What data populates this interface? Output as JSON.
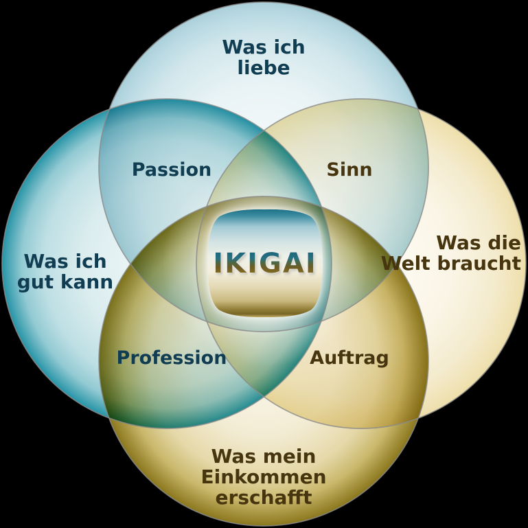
{
  "title": "IKIGAI Venn diagram",
  "diagram": {
    "center_label": "IKIGAI",
    "circles": [
      {
        "name": "love",
        "label": "Was ich\nliebe",
        "edge_color": "#aad0da"
      },
      {
        "name": "talent",
        "label": "Was ich\ngut kann",
        "edge_color": "#2494a7"
      },
      {
        "name": "world",
        "label": "Was die\nWelt braucht",
        "edge_color": "#eedfab"
      },
      {
        "name": "income",
        "label": "Was mein\nEinkommen\nerschafft",
        "edge_color": "#8a771c"
      }
    ],
    "overlaps": [
      {
        "name": "passion",
        "label": "Passion"
      },
      {
        "name": "meaning",
        "label": "Sinn"
      },
      {
        "name": "profession",
        "label": "Profession"
      },
      {
        "name": "mission",
        "label": "Auftrag"
      }
    ]
  },
  "colors": {
    "background": "#000000",
    "teal_text": "#113d52",
    "brown_text": "#46350e",
    "outline": "#8a8a8a",
    "badge_top": "#1d7187",
    "badge_bottom": "#786627"
  }
}
